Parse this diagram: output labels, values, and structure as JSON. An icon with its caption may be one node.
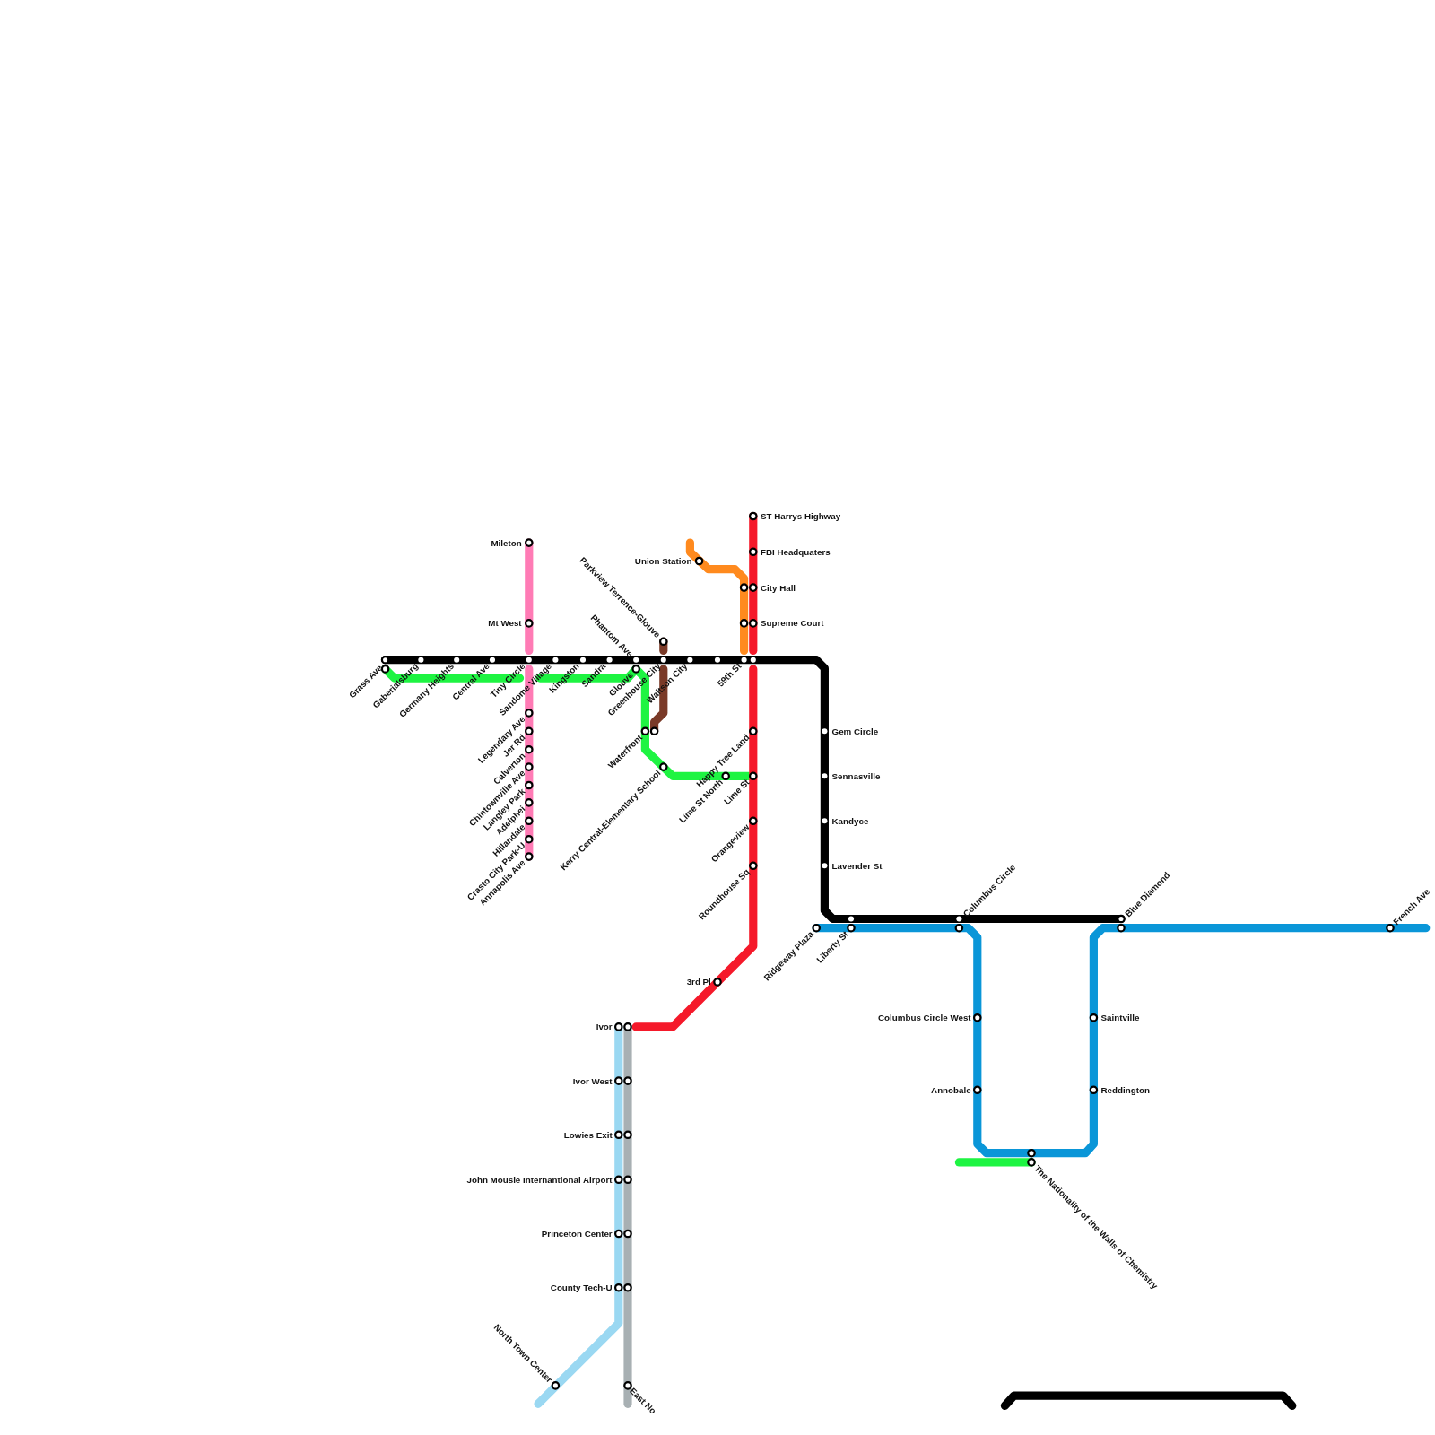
{
  "diagram": {
    "labels": [
      "Mileton",
      "Mt West",
      "Parkview Terrence-Glouve",
      "Union Station",
      "ST Harrys Highway",
      "FBI Headquaters",
      "City Hall",
      "Supreme Court",
      "Phantom Ave",
      "Grass Ave",
      "Gaberialsburg",
      "Germany Heights",
      "Central Ave",
      "Tiny Circle",
      "Sandome Village",
      "Kingston",
      "Sandra",
      "Glouve",
      "Greenhouse City",
      "Waltson City",
      "59th St",
      "Legendary Ave",
      "Jer Rd",
      "Calverton",
      "Chintownville Ave",
      "Langley Park",
      "Adelphei",
      "Hillandale",
      "Crasto City Park-U",
      "Annapolis Ave",
      "Gem Circle",
      "Happy Tree Land",
      "Sennasville",
      "Waterfront",
      "Kerry Central-Elementary School",
      "Lime St North",
      "Lime St",
      "Kandyce",
      "Orangeview",
      "Lavender St",
      "Roundhouse Sq",
      "Columbus Circle",
      "Blue Diamond",
      "French Ave",
      "Ridgeway Plaza",
      "Liberty St",
      "3rd Pl",
      "Columbus Circle West",
      "Saintville",
      "Ivor",
      "Ivor West",
      "Annobale",
      "Reddington",
      "Lowies Exit",
      "The Nationality of the Walls of Chemistry",
      "John Mousie Internantional Airport",
      "Princeton Center",
      "County Tech-U",
      "North Town Center",
      "East No"
    ]
  }
}
